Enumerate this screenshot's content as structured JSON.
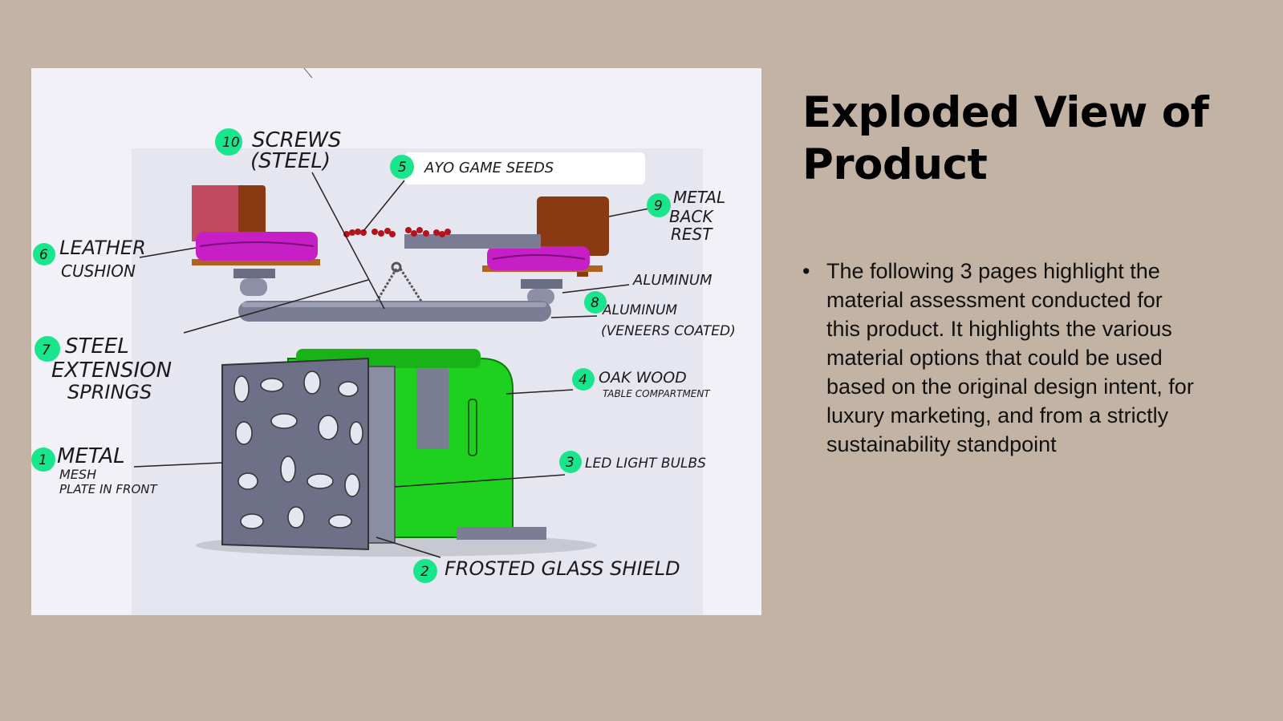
{
  "slide": {
    "title": "Exploded View of Product",
    "bullets": [
      "The following 3 pages highlight the material assessment conducted for this product. It highlights the various material options that could be used based on the original design intent, for luxury marketing, and from a strictly sustainability standpoint"
    ]
  },
  "figure": {
    "labels": [
      {
        "number": "10",
        "lines": [
          "SCREWS",
          "(STEEL)"
        ]
      },
      {
        "number": "5",
        "lines": [
          "AYO GAME SEEDS"
        ]
      },
      {
        "number": "9",
        "lines": [
          "METAL",
          "BACK",
          "REST"
        ]
      },
      {
        "number": "6",
        "lines": [
          "LEATHER",
          "CUSHION"
        ]
      },
      {
        "number": "",
        "lines": [
          "ALUMINUM"
        ]
      },
      {
        "number": "8",
        "lines": [
          "ALUMINUM",
          "(VENEERS COATED)"
        ]
      },
      {
        "number": "7",
        "lines": [
          "STEEL",
          "EXTENSION",
          "SPRINGS"
        ]
      },
      {
        "number": "4",
        "lines": [
          "OAK WOOD",
          "TABLE COMPARTMENT"
        ]
      },
      {
        "number": "1",
        "lines": [
          "METAL",
          "MESH",
          "PLATE IN FRONT"
        ]
      },
      {
        "number": "3",
        "lines": [
          "LED LIGHT BULBS"
        ]
      },
      {
        "number": "2",
        "lines": [
          "FROSTED GLASS SHIELD"
        ]
      }
    ],
    "colors": {
      "highlight": "#19e68c",
      "green_cabinet": "#1fd11f",
      "mesh_plate": "#6e7088",
      "cushion": "#c51fc5",
      "back_rest": "#8a3a12",
      "seeds": "#b3141a",
      "background": "#c2b3a4"
    }
  }
}
